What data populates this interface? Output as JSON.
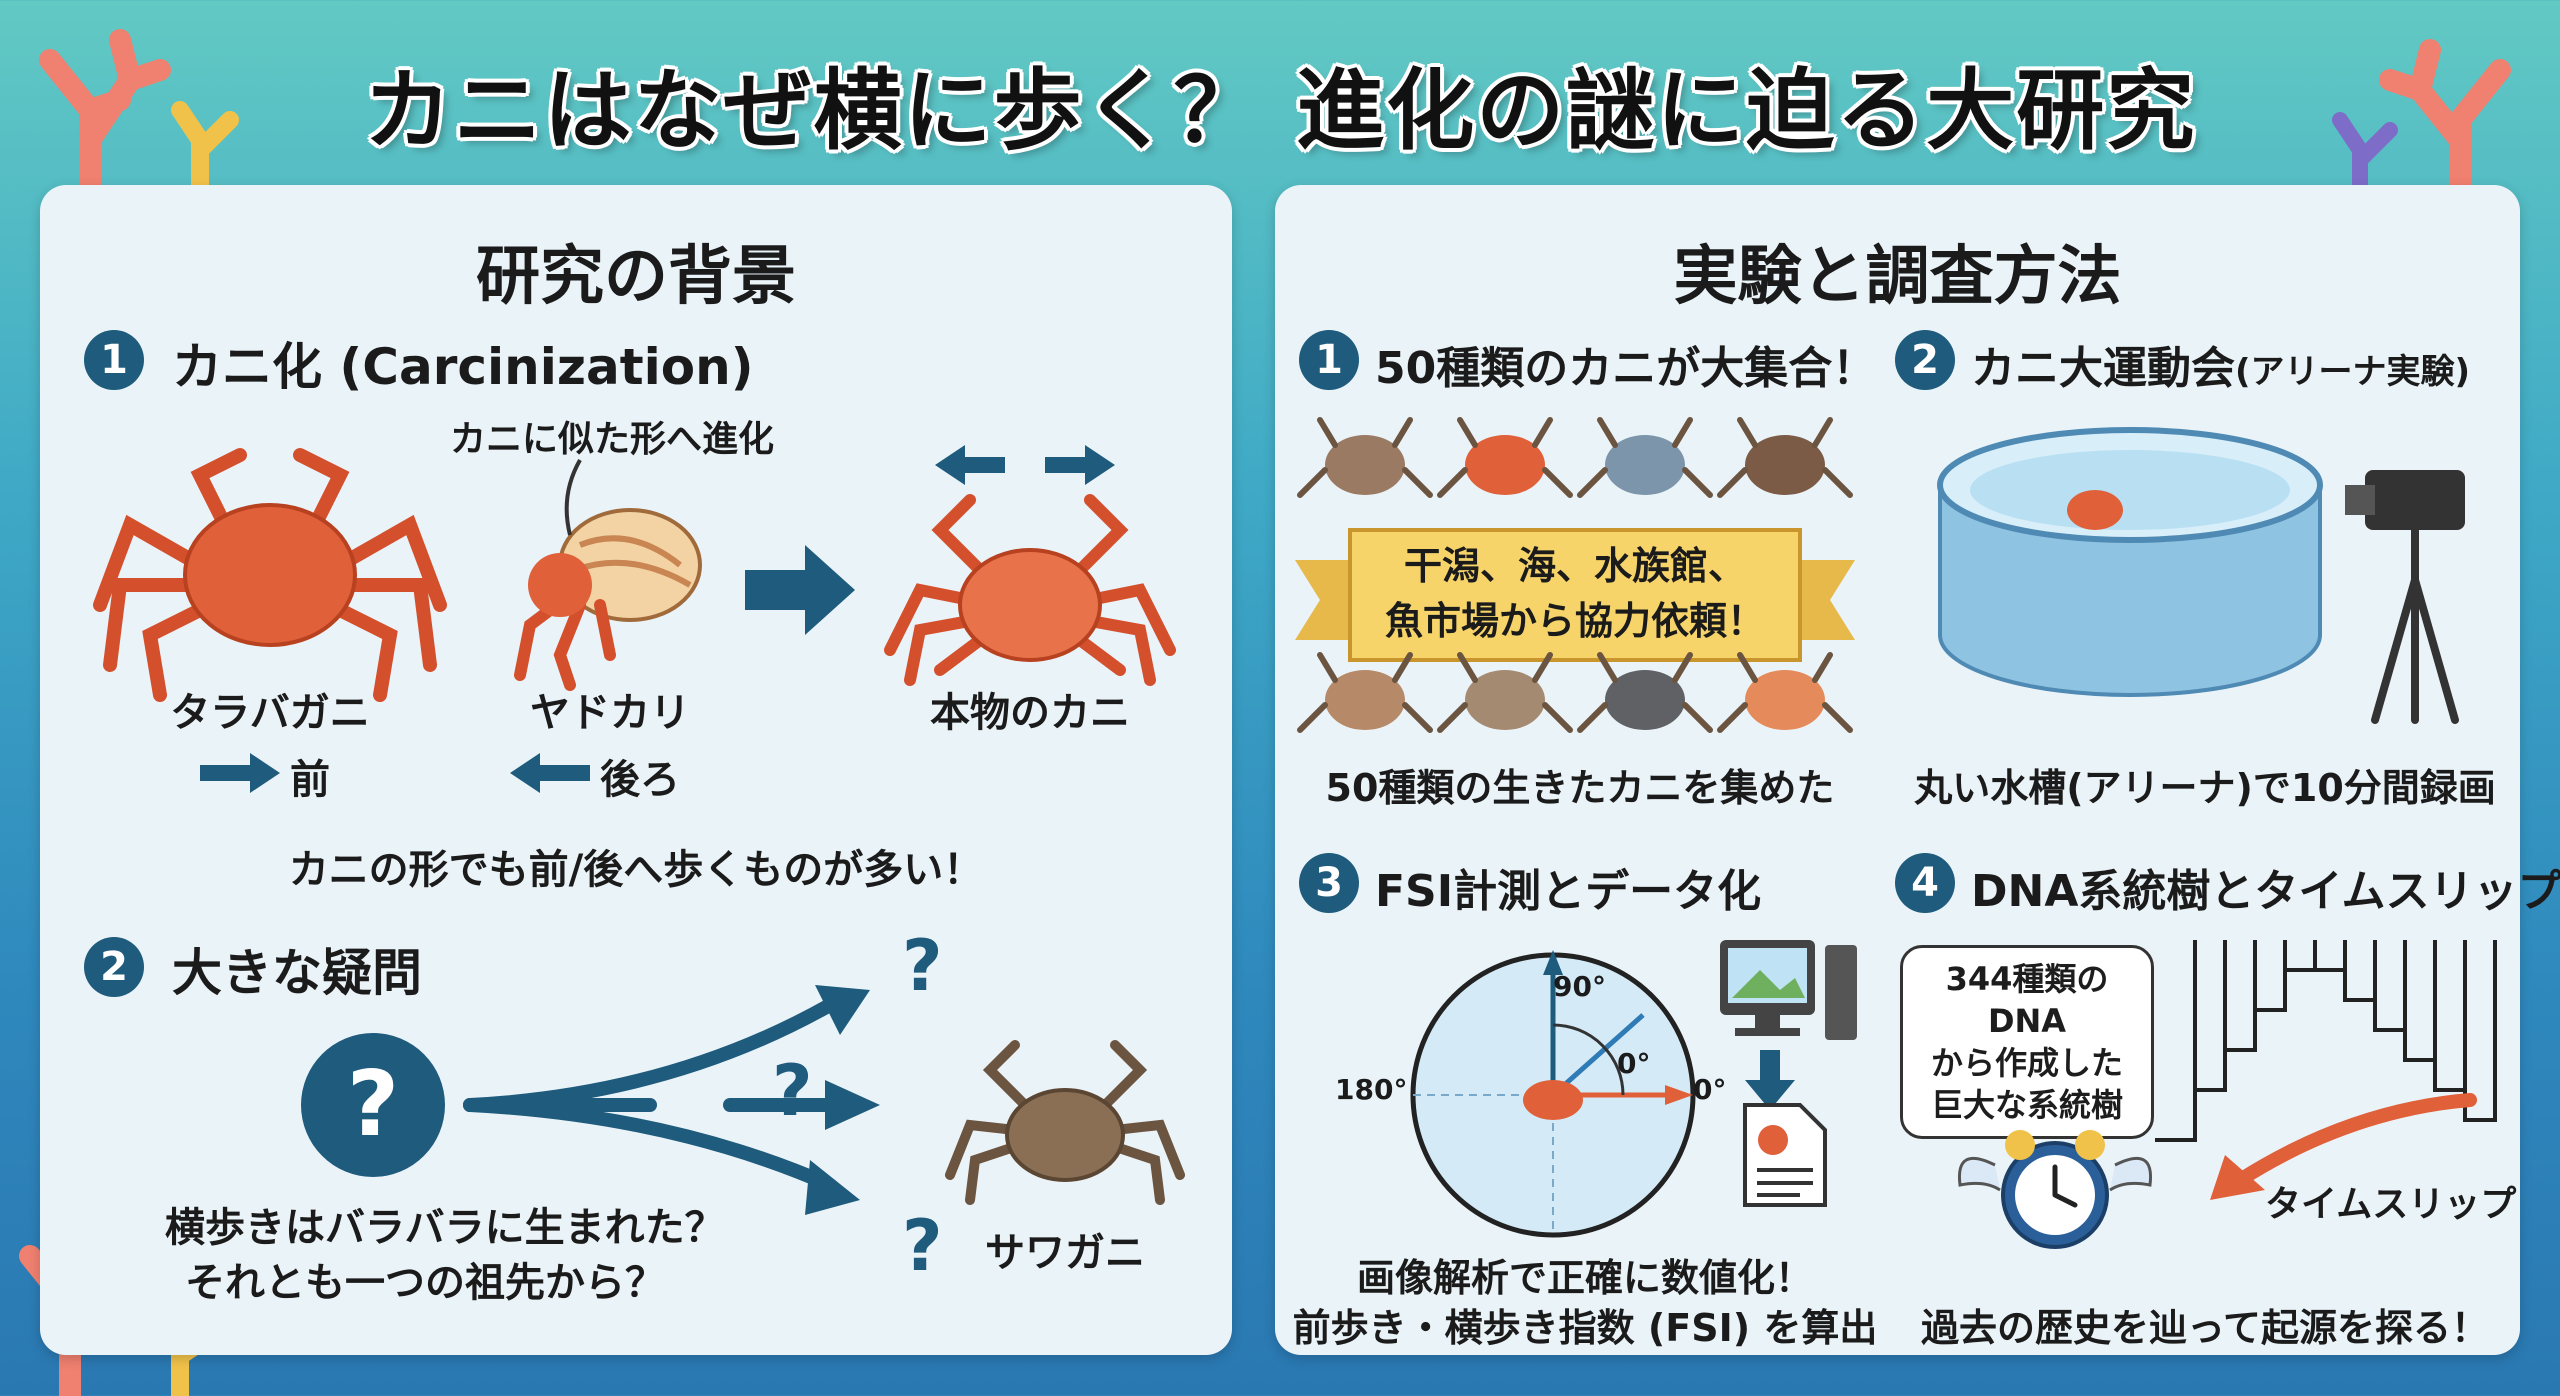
{
  "title": "カニはなぜ横に歩く？ 進化の謎に迫る大研究",
  "left_panel": {
    "heading": "研究の背景",
    "section1": {
      "number": "1",
      "title": "カニ化 (Carcinization)",
      "callout": "カニに似た形へ進化",
      "crab1": "タラバガニ",
      "crab2": "ヤドカリ",
      "crab3": "本物のカニ",
      "dir_forward": "前",
      "dir_backward": "後ろ",
      "note": "カニの形でも前/後へ歩くものが多い！"
    },
    "section2": {
      "number": "2",
      "title": "大きな疑問",
      "question_lines": [
        "横歩きはバラバラに生まれた？",
        "それとも一つの祖先から？"
      ],
      "crab": "サワガニ"
    }
  },
  "right_panel": {
    "heading": "実験と調査方法",
    "step1": {
      "number": "1",
      "title": "50種類のカニが大集合！",
      "banner_lines": [
        "干潟、海、水族館、",
        "魚市場から協力依頼！"
      ],
      "caption": "50種類の生きたカニを集めた"
    },
    "step2": {
      "number": "2",
      "title": "カニ大運動会",
      "title_sub": "(アリーナ実験)",
      "caption": "丸い水槽(アリーナ)で10分間録画"
    },
    "step3": {
      "number": "3",
      "title": "FSI計測とデータ化",
      "angle_90": "90°",
      "angle_180": "180°",
      "angle_0a": "0°",
      "angle_0b": "0°",
      "caption_lines": [
        "画像解析で正確に数値化！",
        "前歩き・横歩き指数 (FSI) を算出"
      ]
    },
    "step4": {
      "number": "4",
      "title": "DNA系統樹とタイムスリップ",
      "bubble_lines": [
        "344種類のDNA",
        "から作成した",
        "巨大な系統樹"
      ],
      "arrow_label": "タイムスリップ",
      "caption": "過去の歴史を辿って起源を探る！"
    }
  },
  "colors": {
    "accent": "#1e5b7c",
    "crab": "#e0603a",
    "panel": "#eaf3f8",
    "coral": "#ef7a6d"
  }
}
